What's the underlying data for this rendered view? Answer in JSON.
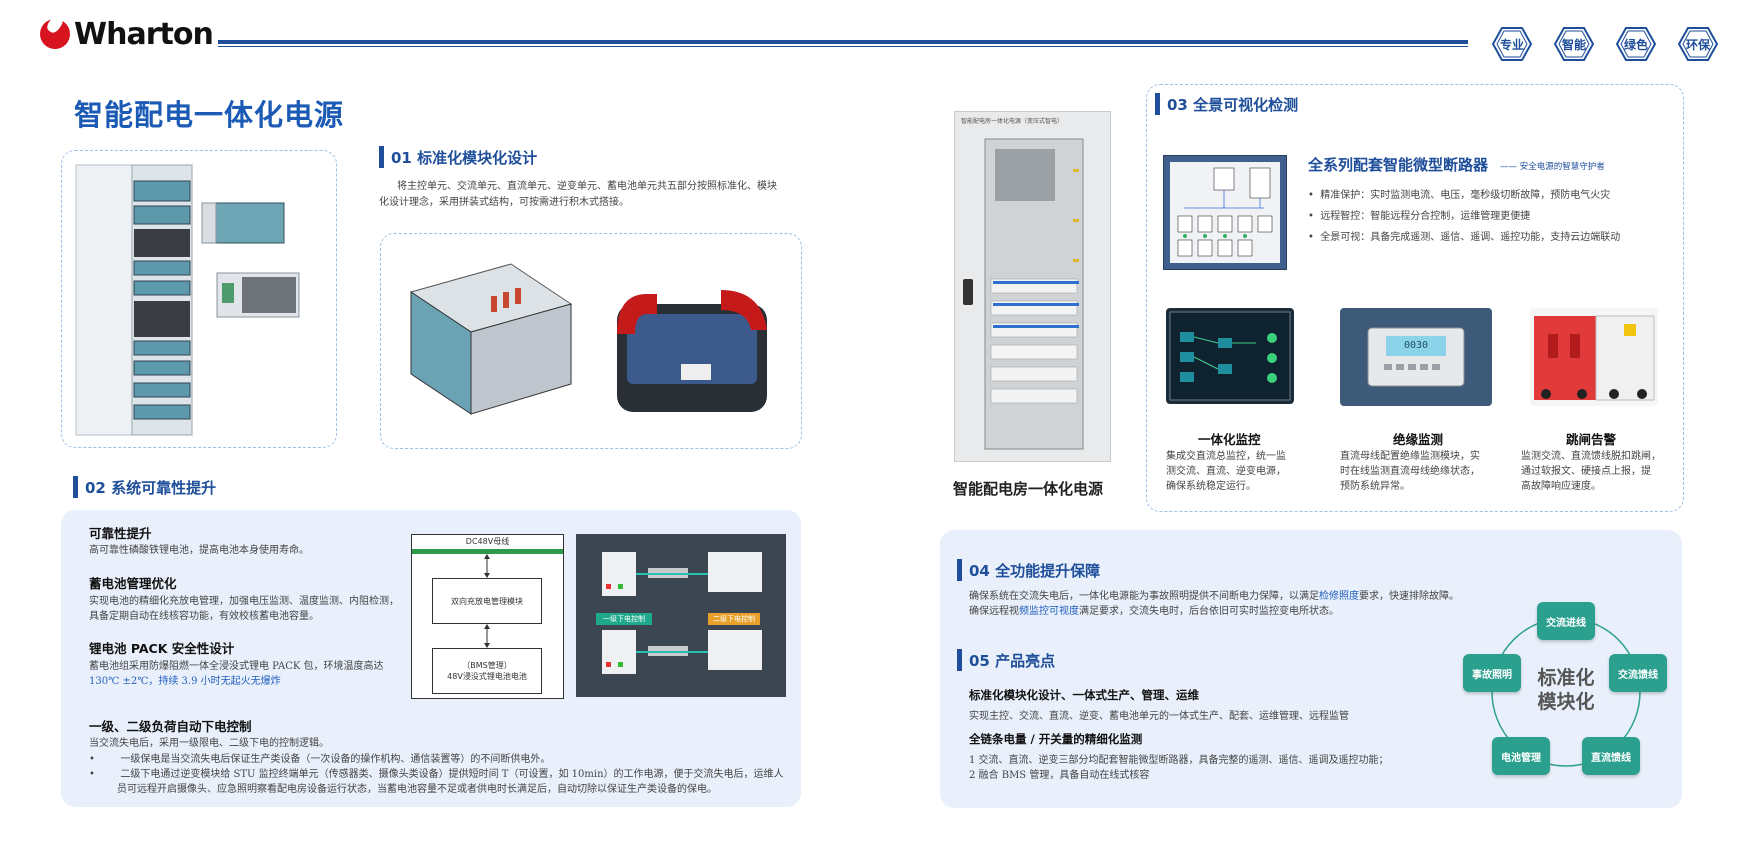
{
  "brand": {
    "name": "Wharton"
  },
  "tags": [
    "专业",
    "智能",
    "绿色",
    "环保"
  ],
  "main_title": "智能配电一体化电源",
  "sec01": {
    "title": "01 标准化模块化设计",
    "desc_line1": "将主控单元、交流单元、直流单元、逆变单元、蓄电池单元共五部分按照标准化、模块",
    "desc_line2": "化设计理念，采用拼装式结构，可按需进行积木式搭接。"
  },
  "sec02": {
    "title": "02 系统可靠性提升",
    "item1_title": "可靠性提升",
    "item1_text": "高可靠性磷酸铁锂电池，提高电池本身使用寿命。",
    "item2_title": "蓄电池管理优化",
    "item2_text1": "实现电池的精细化充放电管理，加强电压监测、温度监测、内阻检测，",
    "item2_text2": "具备定期自动在线核容功能，有效校核蓄电池容量。",
    "item3_title": "锂电池 PACK 安全性设计",
    "item3_text1": "蓄电池组采用防爆阻燃一体全浸没式锂电 PACK 包，环境温度高达",
    "item3_text2": "130℃ ±2℃，持续 3.9 小时无起火无爆炸",
    "item4_title": "一级、二级负荷自动下电控制",
    "item4_text": "当交流失电后，采用一级限电、二级下电的控制逻辑。",
    "bullet1": "一级保电是当交流失电后保证生产类设备（一次设备的操作机构、通信装置等）的不间断供电外。",
    "bullet2a": "二级下电通过逆变模块给 STU 监控终端单元（传感器类、摄像头类设备）提供短时间 T（可设置，如 10min）的工作电源，便于交流失电后，运维人",
    "bullet2b": "员可远程开启摄像头、应急照明察看配电房设备运行状态，当蓄电池容量不足或者供电时长满足后，自动切除以保证生产类设备的保电。",
    "diagram": {
      "bus_label": "DC48V母线",
      "module_label": "双向充放电管理模块",
      "bms_label1": "（BMS管理）",
      "bms_label2": "48V浸没式锂电池电池"
    },
    "photo": {
      "label1": "一级下电控制",
      "label2": "二级下电控制"
    }
  },
  "cabinet": {
    "caption": "智能配电房一体化电源",
    "header_text": "智能配电房一体化电源（变压式智电）"
  },
  "sec03": {
    "title": "03 全景可视化检测",
    "headline": "全系列配套智能微型断路器",
    "tagline": "—— 安全电源的智慧守护者",
    "bullets": [
      "精准保护：实时监测电流、电压，毫秒级切断故障，预防电气火灾",
      "远程智控：智能远程分合控制，运维管理更便捷",
      "全景可视：具备完成遥测、遥信、遥调、遥控功能，支持云边端联动"
    ],
    "features": [
      {
        "title": "一体化监控",
        "lines": [
          "集成交直流总监控，统一监",
          "测交流、直流、逆变电源，",
          "确保系统稳定运行。"
        ]
      },
      {
        "title": "绝缘监测",
        "lines": [
          "直流母线配置绝缘监测模块，实",
          "时在线监测直流母线绝缘状态，",
          "预防系统异常。"
        ]
      },
      {
        "title": "跳闸告警",
        "lines": [
          "监测交流、直流馈线脱扣跳闸，",
          "通过软报文、硬接点上报，提",
          "高故障响应速度。"
        ]
      }
    ],
    "meter_reading": "0030"
  },
  "sec04": {
    "title": "04 全功能提升保障",
    "line1_a": "确保系统在交流失电后，一体化电源能为事故照明提供不间断电力保障，以满足",
    "line1_link": "检修照度",
    "line1_b": "要求，快速排除故障。",
    "line2_a": "确保远程视",
    "line2_link": "频监控可视度",
    "line2_b": "满足要求，交流失电时，后台依旧可实时监控变电所状态。"
  },
  "sec05": {
    "title": "05 产品亮点",
    "h1": "标准化模块化设计、一体式生产、管理、运维",
    "t1": "实现主控、交流、直流、逆变、蓄电池单元的一体式生产、配套、运维管理、远程监管",
    "h2": "全链条电量 / 开关量的精细化监测",
    "t2a": "1 交流、直流、逆变三部分均配套智能微型断路器，具备完整的遥测、遥信、遥调及遥控功能；",
    "t2b": "2 融合 BMS 管理，具备自动在线式核容"
  },
  "ring": {
    "center_line1": "标准化",
    "center_line2": "模块化",
    "nodes": [
      "交流进线",
      "交流馈线",
      "直流馈线",
      "电池管理",
      "事故照明"
    ]
  }
}
